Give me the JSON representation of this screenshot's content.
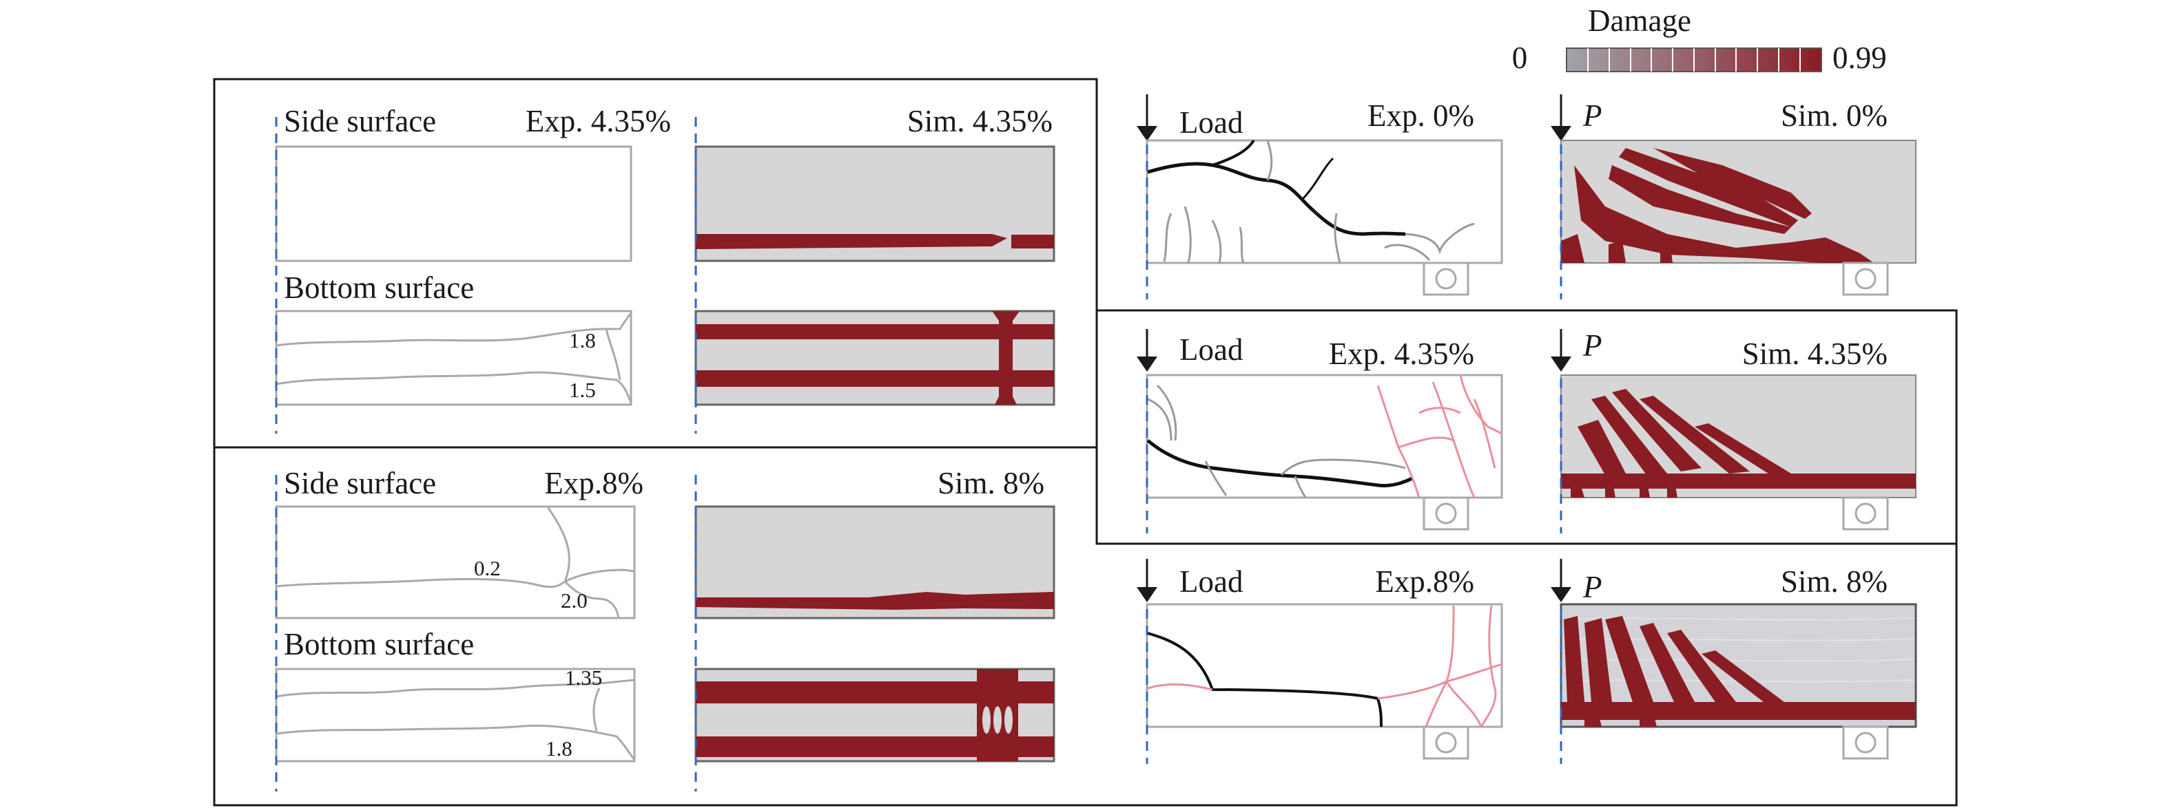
{
  "legend": {
    "title": "Damage",
    "min_label": "0",
    "max_label": "0.99",
    "min_color": "#a3a3ab",
    "max_color": "#8a1c24"
  },
  "left_panels": {
    "top": {
      "side_surface_label": "Side surface",
      "exp_label": "Exp. 4.35%",
      "sim_label": "Sim. 4.35%",
      "bottom_surface_label": "Bottom surface",
      "crack_widths": [
        "1.8",
        "1.5"
      ]
    },
    "bottom": {
      "side_surface_label": "Side surface",
      "exp_label": "Exp.8%",
      "sim_label": "Sim. 8%",
      "bottom_surface_label": "Bottom surface",
      "side_crack_widths": [
        "0.2",
        "2.0"
      ],
      "bottom_crack_widths": [
        "1.35",
        "1.8"
      ]
    }
  },
  "right_panels": {
    "load_label": "Load",
    "p_label": "P",
    "rows": [
      {
        "exp_label": "Exp. 0%",
        "sim_label": "Sim. 0%"
      },
      {
        "exp_label": "Exp. 4.35%",
        "sim_label": "Sim. 4.35%"
      },
      {
        "exp_label": "Exp.8%",
        "sim_label": "Sim. 8%"
      }
    ]
  },
  "colors": {
    "damage": "#8a1c24",
    "concrete": "#d6d6d6",
    "crack_black": "#111111",
    "crack_grey": "#9a9a9a",
    "crack_pink": "#e8909c",
    "dash_blue": "#2f66b7"
  }
}
